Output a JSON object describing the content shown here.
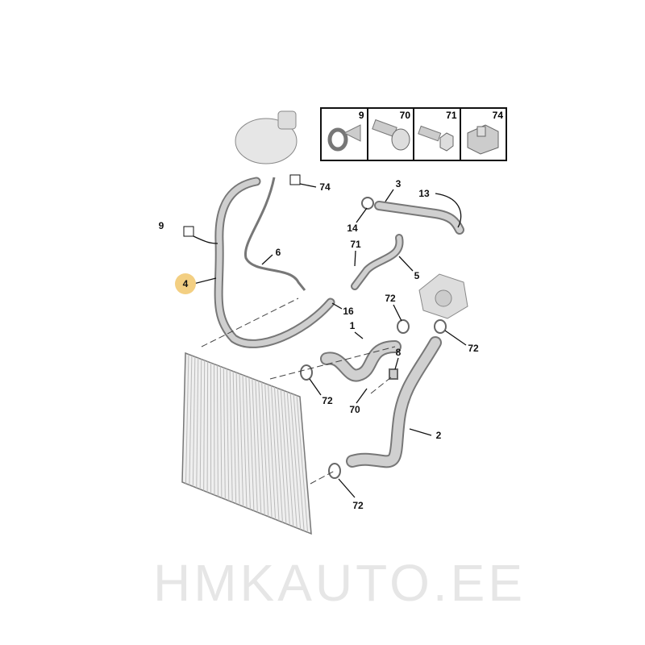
{
  "watermark": "HMKAUTO.EE",
  "highlight_color": "#f3cf82",
  "legend": [
    {
      "ref": "9",
      "icon": "clip-icon"
    },
    {
      "ref": "70",
      "icon": "pan-head-screw-icon"
    },
    {
      "ref": "71",
      "icon": "hex-bolt-icon"
    },
    {
      "ref": "74",
      "icon": "bracket-clip-icon"
    }
  ],
  "callouts": {
    "c74": "74",
    "c9": "9",
    "c4": "4",
    "c6": "6",
    "c3": "3",
    "c13": "13",
    "c14": "14",
    "c71": "71",
    "c5": "5",
    "c16": "16",
    "c72a": "72",
    "c1": "1",
    "c8": "8",
    "c72b": "72",
    "c72c": "72",
    "c70": "70",
    "c2": "2",
    "c72d": "72"
  }
}
